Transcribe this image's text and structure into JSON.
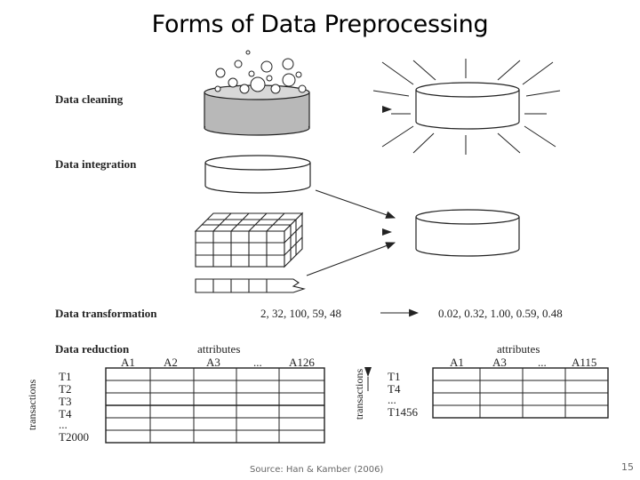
{
  "title": "Forms of Data Preprocessing",
  "labels": {
    "cleaning": "Data cleaning",
    "integration": "Data integration",
    "transformation": "Data transformation",
    "reduction": "Data reduction"
  },
  "transformation": {
    "before": "2, 32, 100, 59, 48",
    "after": "0.02, 0.32, 1.00, 0.59, 0.48"
  },
  "reduction": {
    "attributes_label": "attributes",
    "transactions_label": "transactions",
    "left_columns": [
      "A1",
      "A2",
      "A3",
      "...",
      "A126"
    ],
    "left_rows": [
      "T1",
      "T2",
      "T3",
      "T4",
      "...",
      "T2000"
    ],
    "right_columns": [
      "A1",
      "A3",
      "...",
      "A115"
    ],
    "right_rows": [
      "T1",
      "T4",
      "...",
      "T1456"
    ]
  },
  "footer": {
    "source": "Source: Han & Kamber (2006)",
    "page": "15"
  }
}
